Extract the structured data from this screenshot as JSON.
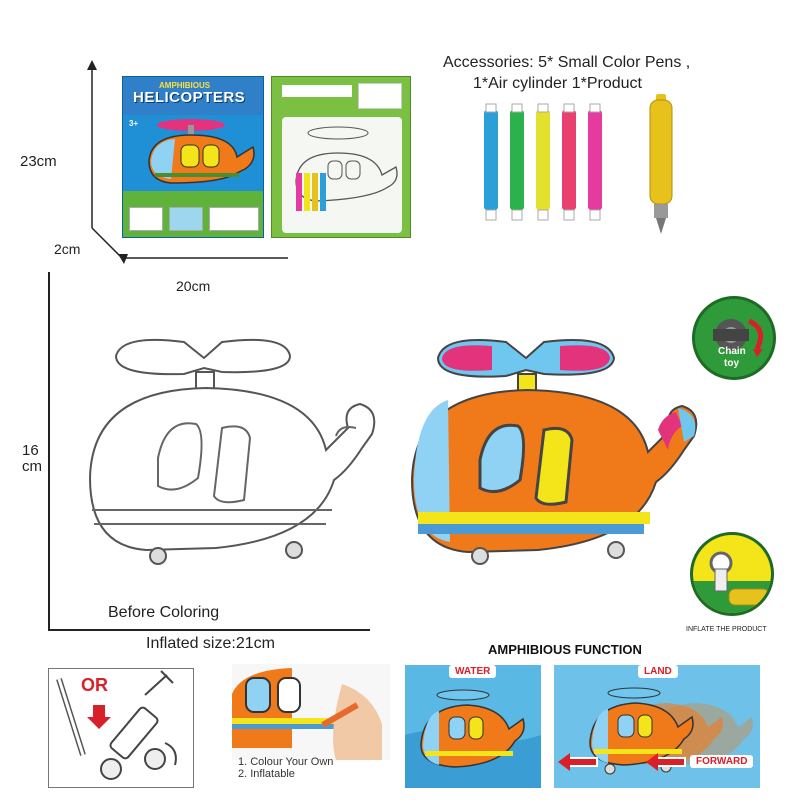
{
  "dimensions": {
    "height": "23cm",
    "depth": "2cm",
    "width": "20cm",
    "inflated_height_line1": "16",
    "inflated_height_line2": "cm",
    "inflated_size": "Inflated size:21cm"
  },
  "packaging": {
    "front_small_title": "AMPHIBIOUS",
    "front_title": "HELICOPTERS",
    "age": "3+"
  },
  "accessories": {
    "line1": "Accessories: 5* Small Color Pens ,",
    "line2": "1*Air cylinder  1*Product",
    "pen_colors": [
      "#2a9fd8",
      "#2bb24c",
      "#e3e02e",
      "#e8416f",
      "#e53aa0"
    ],
    "cylinder_color": "#e8c21c"
  },
  "product": {
    "before_coloring": "Before Coloring"
  },
  "icons": {
    "chain_toy_line1": "Chain",
    "chain_toy_line2": "toy",
    "inflate_caption": "INFLATE THE PRODUCT"
  },
  "steps": {
    "or_label": "OR",
    "step1": "1. Colour Your Own",
    "step2": "2. Inflatable"
  },
  "amphibious": {
    "title": "AMPHIBIOUS FUNCTION",
    "water": "WATER",
    "land": "LAND",
    "forward": "FORWARD"
  },
  "colors": {
    "body_orange": "#f07a1a",
    "cockpit_blue": "#8fd2f4",
    "window_yellow": "#f4e51b",
    "rotor_pink": "#e4337d",
    "rotor_blue": "#6fc6ee",
    "badge_red": "#d8202a",
    "icon_green": "#2f9a3a"
  }
}
